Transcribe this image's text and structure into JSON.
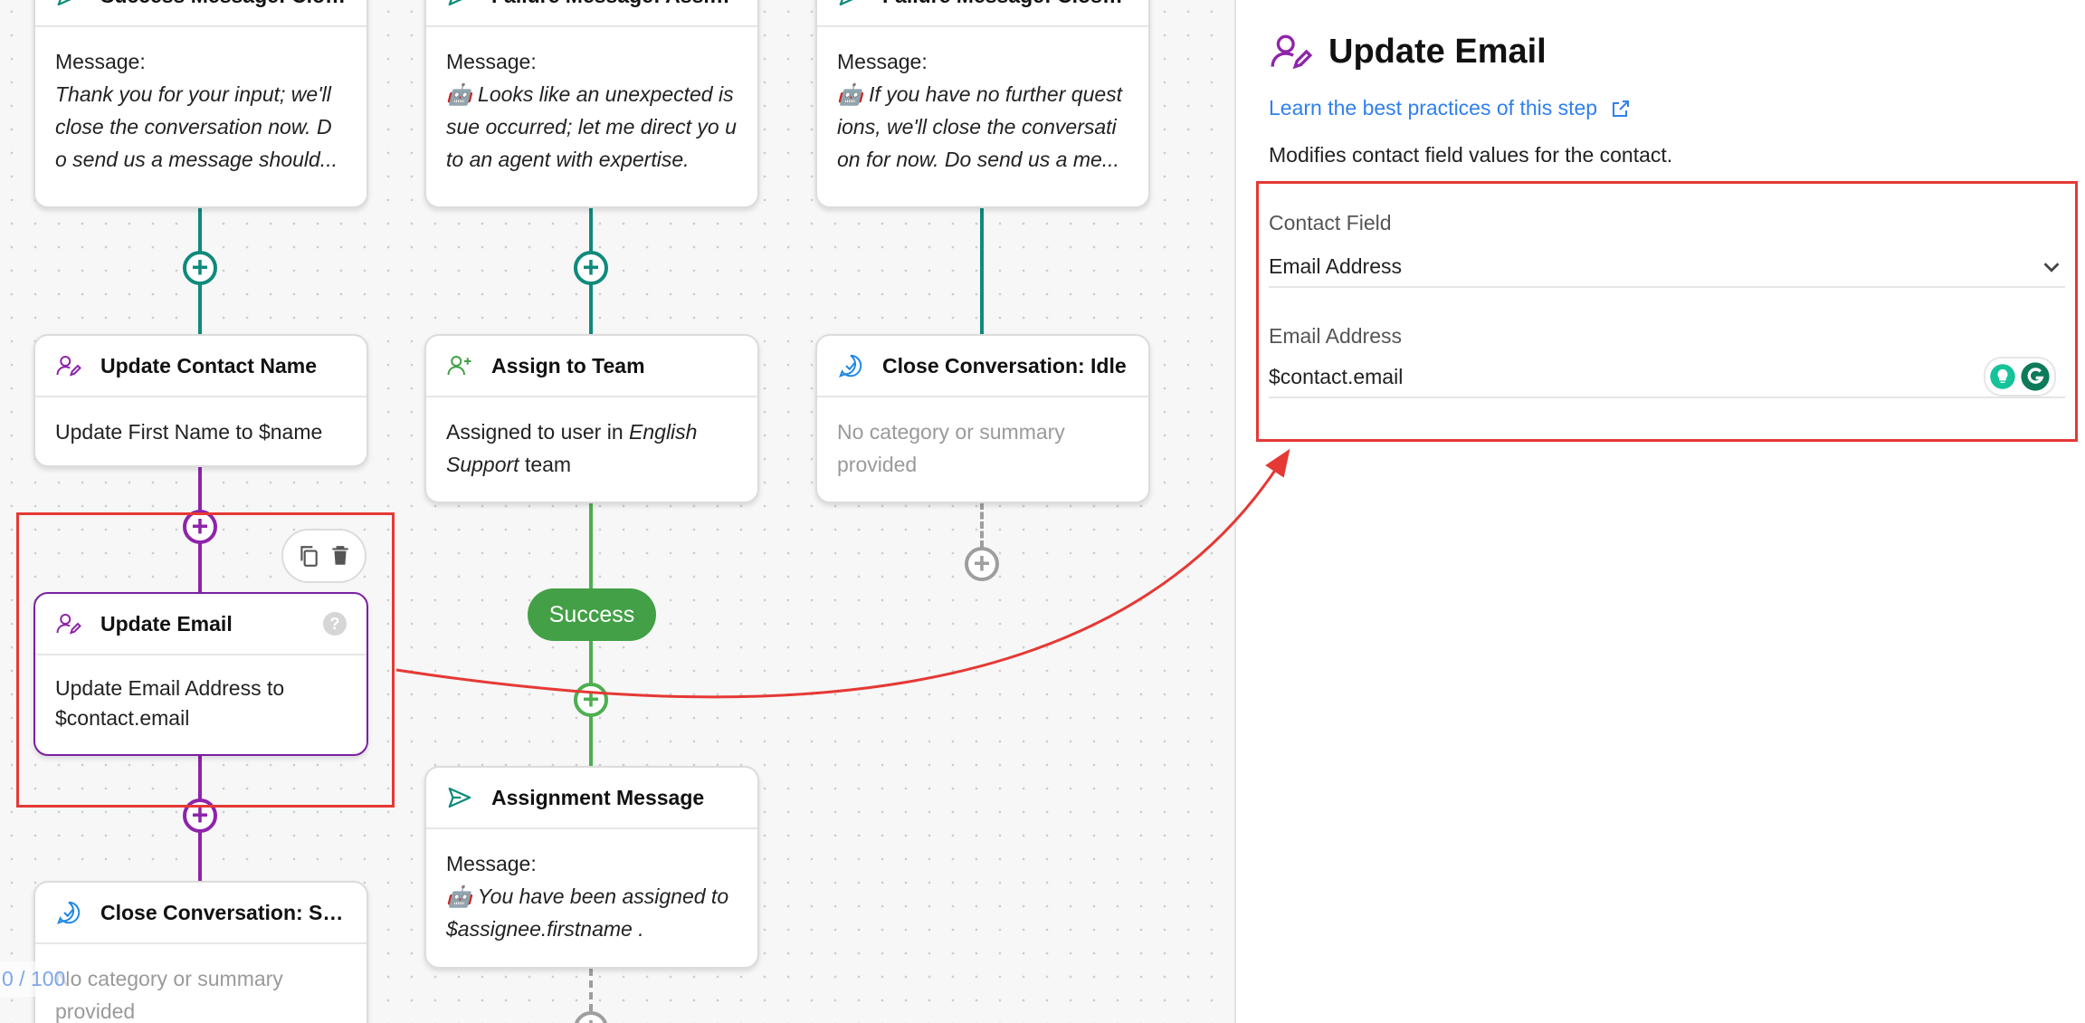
{
  "canvas": {
    "nodes": {
      "success_message": {
        "title": "Success Message: Clos...",
        "label": "Message:",
        "text": "Thank you for your input; we'll close the conversation now. D o send us a message should..."
      },
      "failure_assign": {
        "title": "Failure Message: Assign...",
        "label": "Message:",
        "text": "🤖 Looks like an unexpected is sue occurred; let me direct yo u to an agent with expertise."
      },
      "failure_close": {
        "title": "Failure Message: Close ...",
        "label": "Message:",
        "text": "🤖 If you have no further quest ions, we'll close the conversati on for now. Do send us a me..."
      },
      "update_contact_name": {
        "title": "Update Contact Name",
        "body": "Update First Name to $name"
      },
      "assign_team": {
        "title": "Assign to Team",
        "body_prefix": "Assigned to user in ",
        "body_italic": "English Support",
        "body_suffix": " team"
      },
      "close_idle": {
        "title": "Close Conversation: Idle",
        "body": "No category or summary provided"
      },
      "update_email": {
        "title": "Update Email",
        "help": "?",
        "body": "Update Email Address to $contact.email"
      },
      "assignment_message": {
        "title": "Assignment Message",
        "label": "Message:",
        "text": "🤖 You have been assigned to $assignee.firstname ."
      },
      "close_success": {
        "title": "Close Conversation: Suc...",
        "body": "No category or summary provided"
      }
    },
    "success_label": "Success",
    "counter": "0 / 100"
  },
  "panel": {
    "title": "Update Email",
    "link": "Learn the best practices of this step",
    "description": "Modifies contact field values for the contact.",
    "contact_field_label": "Contact Field",
    "contact_field_value": "Email Address",
    "email_label": "Email Address",
    "email_value": "$contact.email"
  },
  "colors": {
    "teal": "#0f8a7c",
    "purple": "#8e24aa",
    "green": "#43a047",
    "highlight_red": "#e53935",
    "link_blue": "#2f80ed"
  },
  "icons": [
    "send-icon",
    "contact-edit-icon",
    "person-add-icon",
    "check-chat-icon",
    "copy-icon",
    "trash-icon",
    "help-icon",
    "external-link-icon",
    "chevron-down-icon",
    "grammarly-icon",
    "lightbulb-icon"
  ]
}
